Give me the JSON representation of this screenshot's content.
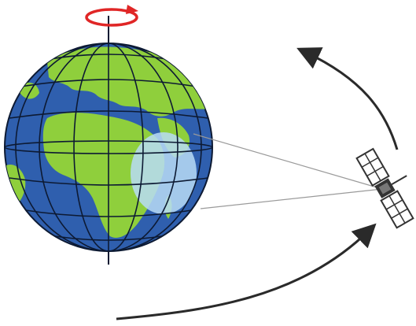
{
  "diagram": {
    "colors": {
      "background": "#ffffff",
      "ocean": "#2f5fae",
      "land": "#8fcf3c",
      "grid": "#0d1a33",
      "coverage": "#b9dcf6",
      "rotation_arrow": "#e02626",
      "orbit_arrow": "#2a2a2a",
      "beam": "#9a9a9a",
      "satellite_body": "#333333",
      "solar_panel": "#ffffff"
    },
    "elements": [
      {
        "name": "earth-globe",
        "icon": "globe-icon"
      },
      {
        "name": "earth-rotation-arrow",
        "icon": "rotate-icon"
      },
      {
        "name": "coverage-area",
        "icon": "footprint-shape"
      },
      {
        "name": "signal-beams",
        "icon": "beam-lines"
      },
      {
        "name": "satellite",
        "icon": "satellite-icon"
      },
      {
        "name": "orbit-arrow-upper",
        "icon": "curved-arrow-icon"
      },
      {
        "name": "orbit-arrow-lower",
        "icon": "curved-arrow-icon"
      }
    ]
  }
}
